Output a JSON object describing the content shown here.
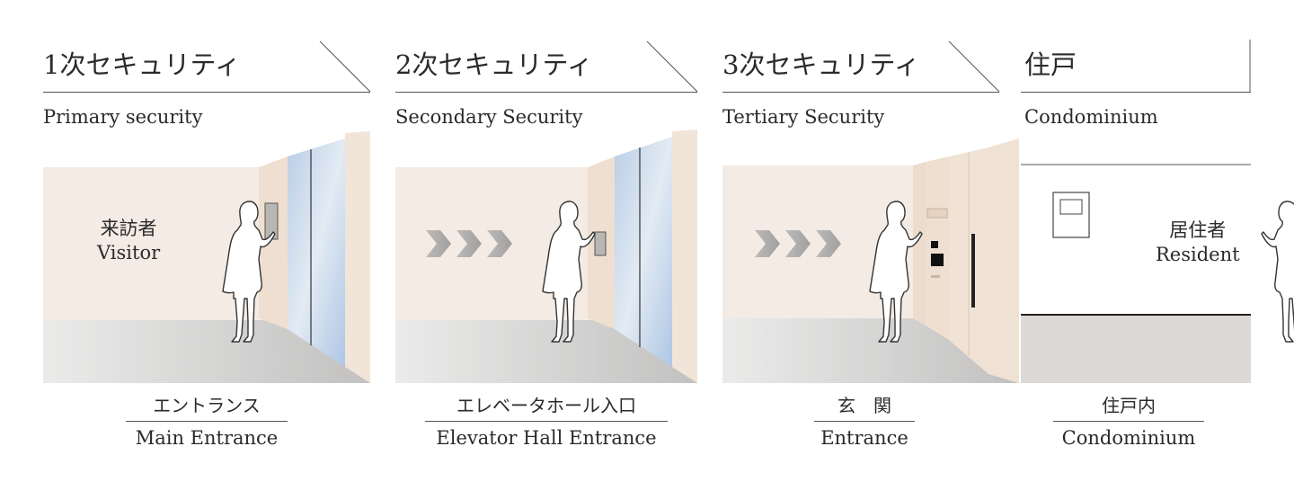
{
  "colors": {
    "wall": "#f4ebe4",
    "floor_light": "#ececeb",
    "floor_dark": "#c4c3c2",
    "glass": "#cbd9ea",
    "door_beige": "#f0e3d6",
    "arrow": "#a7a5a3"
  },
  "panels": [
    {
      "title": "1次セキュリティ",
      "subtitle": "Primary security",
      "overlay_jp": "来訪者",
      "overlay_en": "Visitor",
      "caption_jp": "エントランス",
      "caption_en": "Main Entrance"
    },
    {
      "title": "2次セキュリティ",
      "subtitle": "Secondary Security",
      "caption_jp": "エレベータホール入口",
      "caption_en": "Elevator Hall Entrance"
    },
    {
      "title": "3次セキュリティ",
      "subtitle": "Tertiary Security",
      "caption_jp": "玄　関",
      "caption_en": "Entrance"
    },
    {
      "title": "住戸",
      "subtitle": "Condominium",
      "overlay_jp": "居住者",
      "overlay_en": "Resident",
      "caption_jp": "住戸内",
      "caption_en": "Condominium"
    }
  ]
}
